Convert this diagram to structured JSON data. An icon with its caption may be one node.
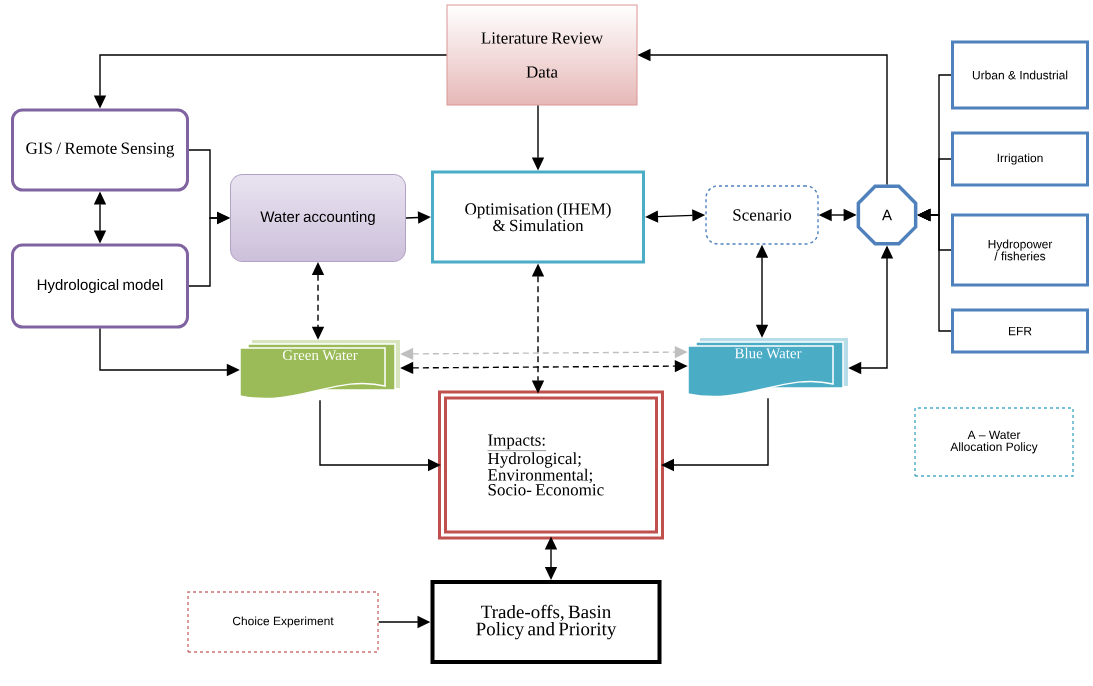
{
  "diagram": {
    "nodes": [
      {
        "text": [
          "Literature Review",
          "Data"
        ]
      },
      {
        "text": [
          "GIS / Remote Sensing"
        ]
      },
      {
        "text": [
          "Hydrological model"
        ]
      },
      {
        "text": [
          "Water accounting"
        ]
      },
      {
        "text": [
          "Optimisation (IHEM) & Simulation"
        ]
      },
      {
        "text": [
          "Scenario"
        ]
      },
      {
        "text": [
          "A"
        ]
      },
      {
        "text": [
          "Urban & Industrial"
        ]
      },
      {
        "text": [
          "Irrigation"
        ]
      },
      {
        "text": [
          "Hydropower / fisheries"
        ]
      },
      {
        "text": [
          "EFR"
        ]
      },
      {
        "text": [
          "Green Water"
        ]
      },
      {
        "text": [
          "Blue Water"
        ]
      },
      {
        "text": [
          "Impacts:",
          "Hydrological; Environmental; Socio- Economic"
        ]
      },
      {
        "text": [
          "Trade-offs, Basin Policy and Priority"
        ]
      },
      {
        "text": [
          "Choice Experiment"
        ]
      },
      {
        "text": [
          "A – Water Allocation Policy"
        ]
      }
    ],
    "edges": [
      {
        "from": 0,
        "to": 1,
        "arrow": "to"
      },
      {
        "from": 0,
        "to": 4,
        "arrow": "to"
      },
      {
        "from": 6,
        "to": 0,
        "arrow": "to"
      },
      {
        "from": 1,
        "to": 2,
        "arrow": "both"
      },
      {
        "from": 1,
        "to": 3,
        "arrow": "to"
      },
      {
        "from": 2,
        "to": 3,
        "arrow": "to"
      },
      {
        "from": 3,
        "to": 4,
        "arrow": "to"
      },
      {
        "from": 3,
        "to": 11,
        "arrow": "both",
        "style": "dashed"
      },
      {
        "from": 4,
        "to": 5,
        "arrow": "both"
      },
      {
        "from": 5,
        "to": 6,
        "arrow": "both"
      },
      {
        "from": 7,
        "to": 6,
        "arrow": "to"
      },
      {
        "from": 8,
        "to": 6,
        "arrow": "to"
      },
      {
        "from": 9,
        "to": 6,
        "arrow": "to"
      },
      {
        "from": 10,
        "to": 6,
        "arrow": "to"
      },
      {
        "from": 5,
        "to": 12,
        "arrow": "both"
      },
      {
        "from": 12,
        "to": 6,
        "arrow": "both"
      },
      {
        "from": 2,
        "to": 11,
        "arrow": "to"
      },
      {
        "from": 11,
        "to": 12,
        "arrow": "both",
        "style": "dashed"
      },
      {
        "from": 11,
        "to": 12,
        "arrow": "both",
        "style": "dashed",
        "color": "#bfbfbf"
      },
      {
        "from": 4,
        "to": 13,
        "arrow": "both",
        "style": "dashed"
      },
      {
        "from": 11,
        "to": 13,
        "arrow": "to"
      },
      {
        "from": 12,
        "to": 13,
        "arrow": "to"
      },
      {
        "from": 13,
        "to": 14,
        "arrow": "both"
      },
      {
        "from": 15,
        "to": 14,
        "arrow": "to"
      }
    ]
  }
}
